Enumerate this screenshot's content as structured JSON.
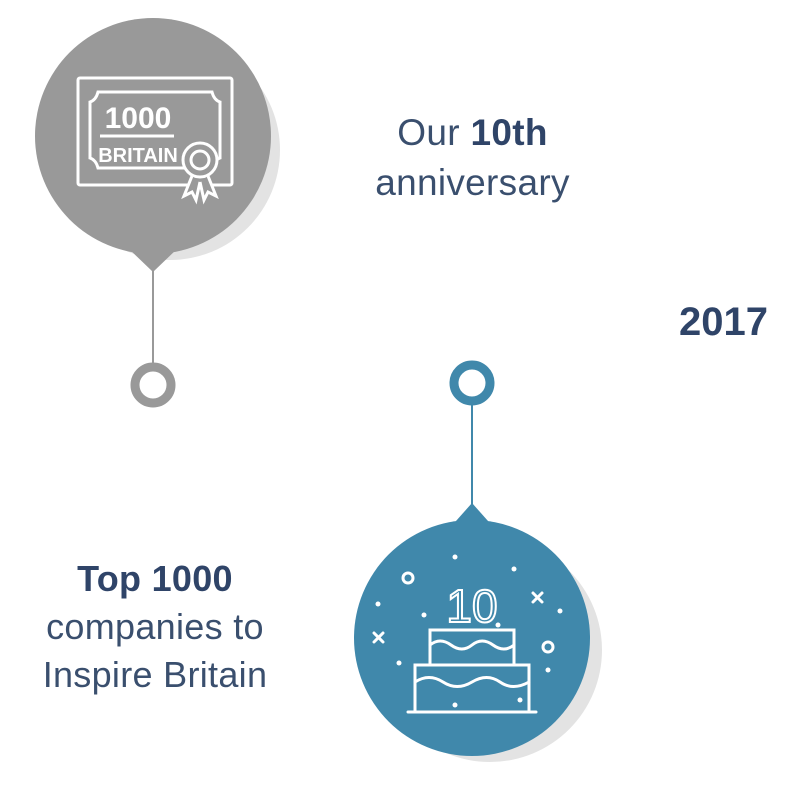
{
  "milestones": [
    {
      "id": "top1000",
      "caption_bold": "Top 1000",
      "caption_line2": "companies to",
      "caption_line3": "Inspire Britain",
      "icon": "certificate-icon",
      "certificate_number": "1000",
      "certificate_word": "BRITAIN",
      "color": "#999999"
    },
    {
      "id": "anniversary",
      "caption_pre": "Our ",
      "caption_bold": "10th",
      "caption_line2": "anniversary",
      "icon": "birthday-cake-icon",
      "cake_number": "10",
      "color": "#4088ab"
    }
  ],
  "year": "2017",
  "colors": {
    "gray_marker": "#999999",
    "blue_marker": "#4088ab",
    "shadow": "#e3e3e3",
    "text": "#3a4f6e"
  }
}
